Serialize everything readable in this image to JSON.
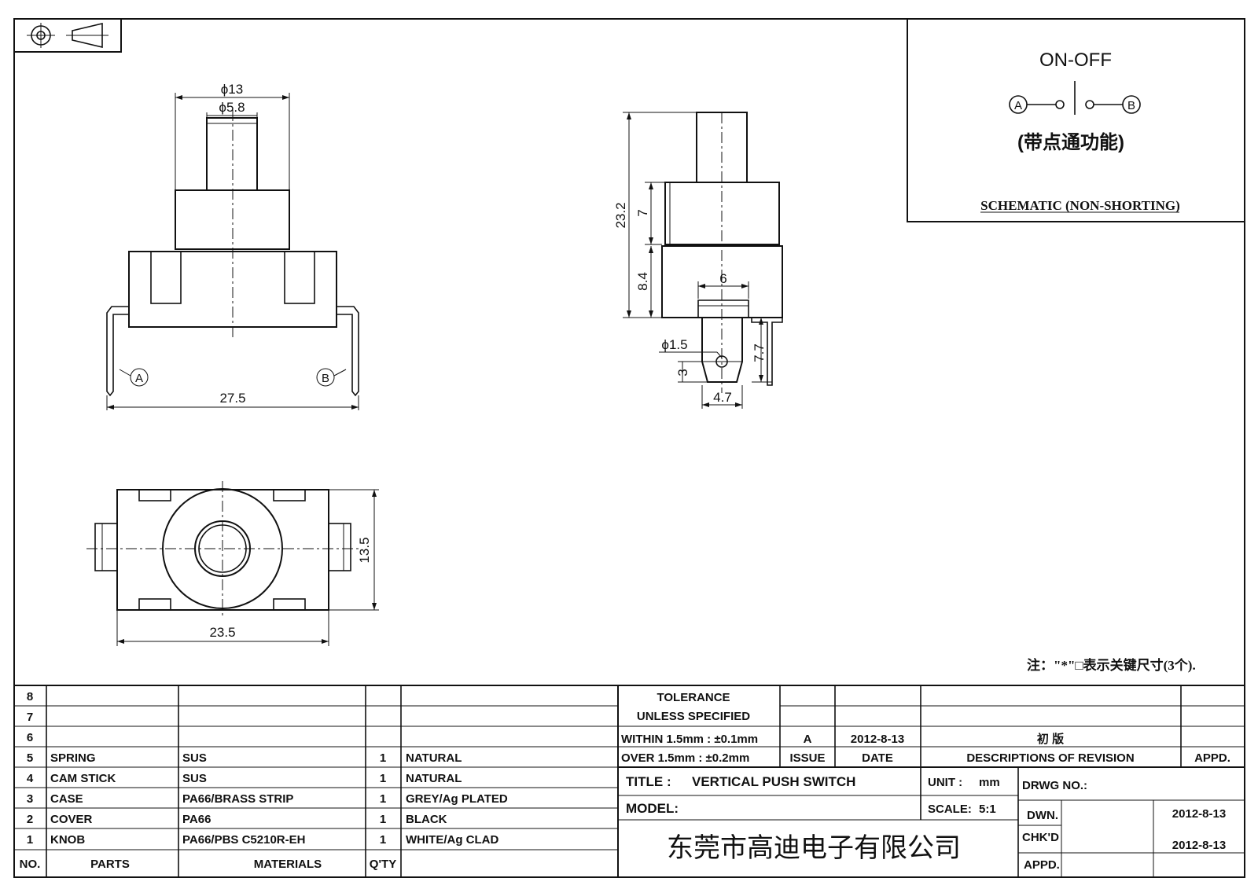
{
  "front_view": {
    "dim_outer_dia": "ϕ13",
    "dim_knob_dia": "ϕ5.8",
    "dim_width": "27.5",
    "terminal_a": "A",
    "terminal_b": "B"
  },
  "side_view": {
    "dim_total_height": "23.2",
    "dim_upper_height": "7",
    "dim_lower_height": "8.4",
    "dim_terminal_width": "6",
    "dim_hole_dia": "ϕ1.5",
    "dim_tip_height": "3",
    "dim_terminal_length": "7.7",
    "dim_tip_width": "4.7"
  },
  "bottom_view": {
    "dim_depth": "13.5",
    "dim_width": "23.5"
  },
  "schematic": {
    "title": "ON-OFF",
    "terminal_a": "A",
    "terminal_b": "B",
    "note": "(带点通功能)",
    "caption": "SCHEMATIC (NON-SHORTING)"
  },
  "note": "注：\"*\"□表示关键尺寸(3个).",
  "parts_table": {
    "header": {
      "no": "NO.",
      "parts": "PARTS",
      "materials": "MATERIALS",
      "qty": "Q'TY"
    },
    "rows": [
      {
        "no": "8",
        "parts": "",
        "materials": "",
        "qty": "",
        "finish": ""
      },
      {
        "no": "7",
        "parts": "",
        "materials": "",
        "qty": "",
        "finish": ""
      },
      {
        "no": "6",
        "parts": "",
        "materials": "",
        "qty": "",
        "finish": ""
      },
      {
        "no": "5",
        "parts": "SPRING",
        "materials": "SUS",
        "qty": "1",
        "finish": "NATURAL"
      },
      {
        "no": "4",
        "parts": "CAM STICK",
        "materials": "SUS",
        "qty": "1",
        "finish": "NATURAL"
      },
      {
        "no": "3",
        "parts": "CASE",
        "materials": "PA66/BRASS STRIP",
        "qty": "1",
        "finish": "GREY/Ag PLATED"
      },
      {
        "no": "2",
        "parts": "COVER",
        "materials": "PA66",
        "qty": "1",
        "finish": "BLACK"
      },
      {
        "no": "1",
        "parts": "KNOB",
        "materials": "PA66/PBS C5210R-EH",
        "qty": "1",
        "finish": "WHITE/Ag CLAD"
      }
    ]
  },
  "tolerance": {
    "line1": "TOLERANCE",
    "line2": "UNLESS SPECIFIED",
    "within": "WITHIN 1.5mm : ±0.1mm",
    "over": "OVER 1.5mm : ±0.2mm"
  },
  "revision": {
    "issue_value": "A",
    "date_value": "2012-8-13",
    "description_value": "初 版",
    "issue_label": "ISSUE",
    "date_label": "DATE",
    "description_label": "DESCRIPTIONS OF REVISION",
    "approved_label": "APPD."
  },
  "title_block": {
    "title_label": "TITLE :",
    "title_value": "VERTICAL PUSH SWITCH",
    "unit_label": "UNIT :",
    "unit_value": "mm",
    "drawing_no_label": "DRWG NO.:",
    "model_label": "MODEL:",
    "scale_label": "SCALE:",
    "scale_value": "5:1",
    "drawn_label": "DWN.",
    "drawn_date": "2012-8-13",
    "checked_label": "CHK'D",
    "checked_date": "2012-8-13",
    "approved_label": "APPD.",
    "company": "东莞市高迪电子有限公司"
  }
}
